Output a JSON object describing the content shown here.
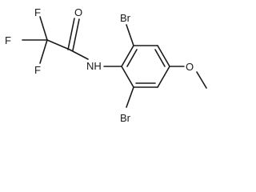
{
  "molecule": {
    "atoms": {
      "F_top": "F",
      "F_left": "F",
      "F_bottom": "F",
      "O_carbonyl": "O",
      "NH": "NH",
      "Br_top": "Br",
      "Br_bottom": "Br",
      "O_methoxy": "O"
    }
  }
}
